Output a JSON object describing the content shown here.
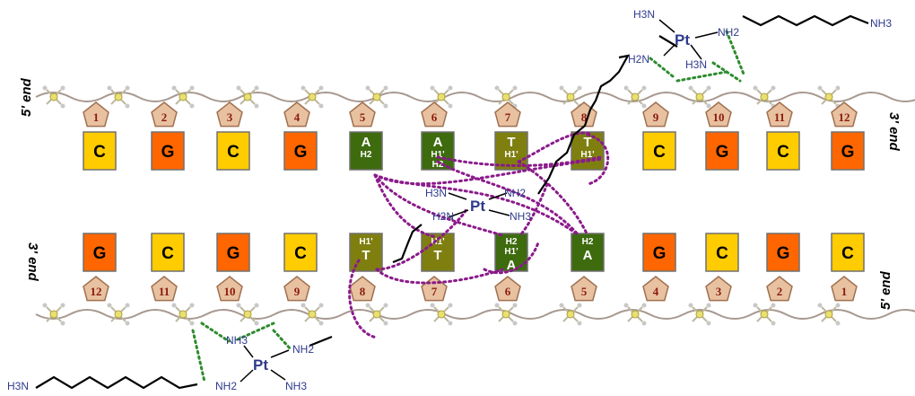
{
  "strands": {
    "top": {
      "left_end": "5' end",
      "right_end": "3' end",
      "bases": [
        {
          "letter": "C",
          "num": "1",
          "sub": []
        },
        {
          "letter": "G",
          "num": "2",
          "sub": []
        },
        {
          "letter": "C",
          "num": "3",
          "sub": []
        },
        {
          "letter": "G",
          "num": "4",
          "sub": []
        },
        {
          "letter": "A",
          "num": "5",
          "sub": [
            "H2"
          ]
        },
        {
          "letter": "A",
          "num": "6",
          "sub": [
            "H1'",
            "H2"
          ]
        },
        {
          "letter": "T",
          "num": "7",
          "sub": [
            "H1'"
          ]
        },
        {
          "letter": "T",
          "num": "8",
          "sub": [
            "H1'"
          ]
        },
        {
          "letter": "C",
          "num": "9",
          "sub": []
        },
        {
          "letter": "G",
          "num": "10",
          "sub": []
        },
        {
          "letter": "C",
          "num": "11",
          "sub": []
        },
        {
          "letter": "G",
          "num": "12",
          "sub": []
        }
      ]
    },
    "bottom": {
      "left_end": "3' end",
      "right_end": "5' end",
      "bases": [
        {
          "letter": "G",
          "num": "12",
          "sub": []
        },
        {
          "letter": "C",
          "num": "11",
          "sub": []
        },
        {
          "letter": "G",
          "num": "10",
          "sub": []
        },
        {
          "letter": "C",
          "num": "9",
          "sub": []
        },
        {
          "letter": "T",
          "num": "8",
          "sub": [
            "H1'"
          ]
        },
        {
          "letter": "T",
          "num": "7",
          "sub": [
            "H1'"
          ]
        },
        {
          "letter": "A",
          "num": "6",
          "sub": [
            "H2",
            "H1'"
          ]
        },
        {
          "letter": "A",
          "num": "5",
          "sub": [
            "H2"
          ]
        },
        {
          "letter": "G",
          "num": "4",
          "sub": []
        },
        {
          "letter": "C",
          "num": "3",
          "sub": []
        },
        {
          "letter": "G",
          "num": "2",
          "sub": []
        },
        {
          "letter": "C",
          "num": "1",
          "sub": []
        }
      ]
    }
  },
  "platinum_complexes": {
    "center": {
      "metal": "Pt",
      "ligands": [
        "H3N",
        "NH2",
        "H2N",
        "NH3"
      ]
    },
    "top_right": {
      "metal": "Pt",
      "ligands": [
        "H3N",
        "H2N",
        "NH2",
        "H3N",
        "NH3"
      ]
    },
    "bottom_left": {
      "metal": "Pt",
      "ligands": [
        "NH3",
        "NH2",
        "NH2",
        "NH3",
        "H3N"
      ]
    }
  },
  "colors": {
    "C": "#ffcc00",
    "G": "#ff6600",
    "A": "#3d6b0e",
    "T": "#7f7f10",
    "noe_line": "#8b1a8b",
    "hbond_line": "#2e8b2e",
    "pt_label": "#2e3a8c",
    "sugar": "#e8c1a0",
    "phosphate": "#e8e070",
    "base_number": "#8b1a10"
  }
}
